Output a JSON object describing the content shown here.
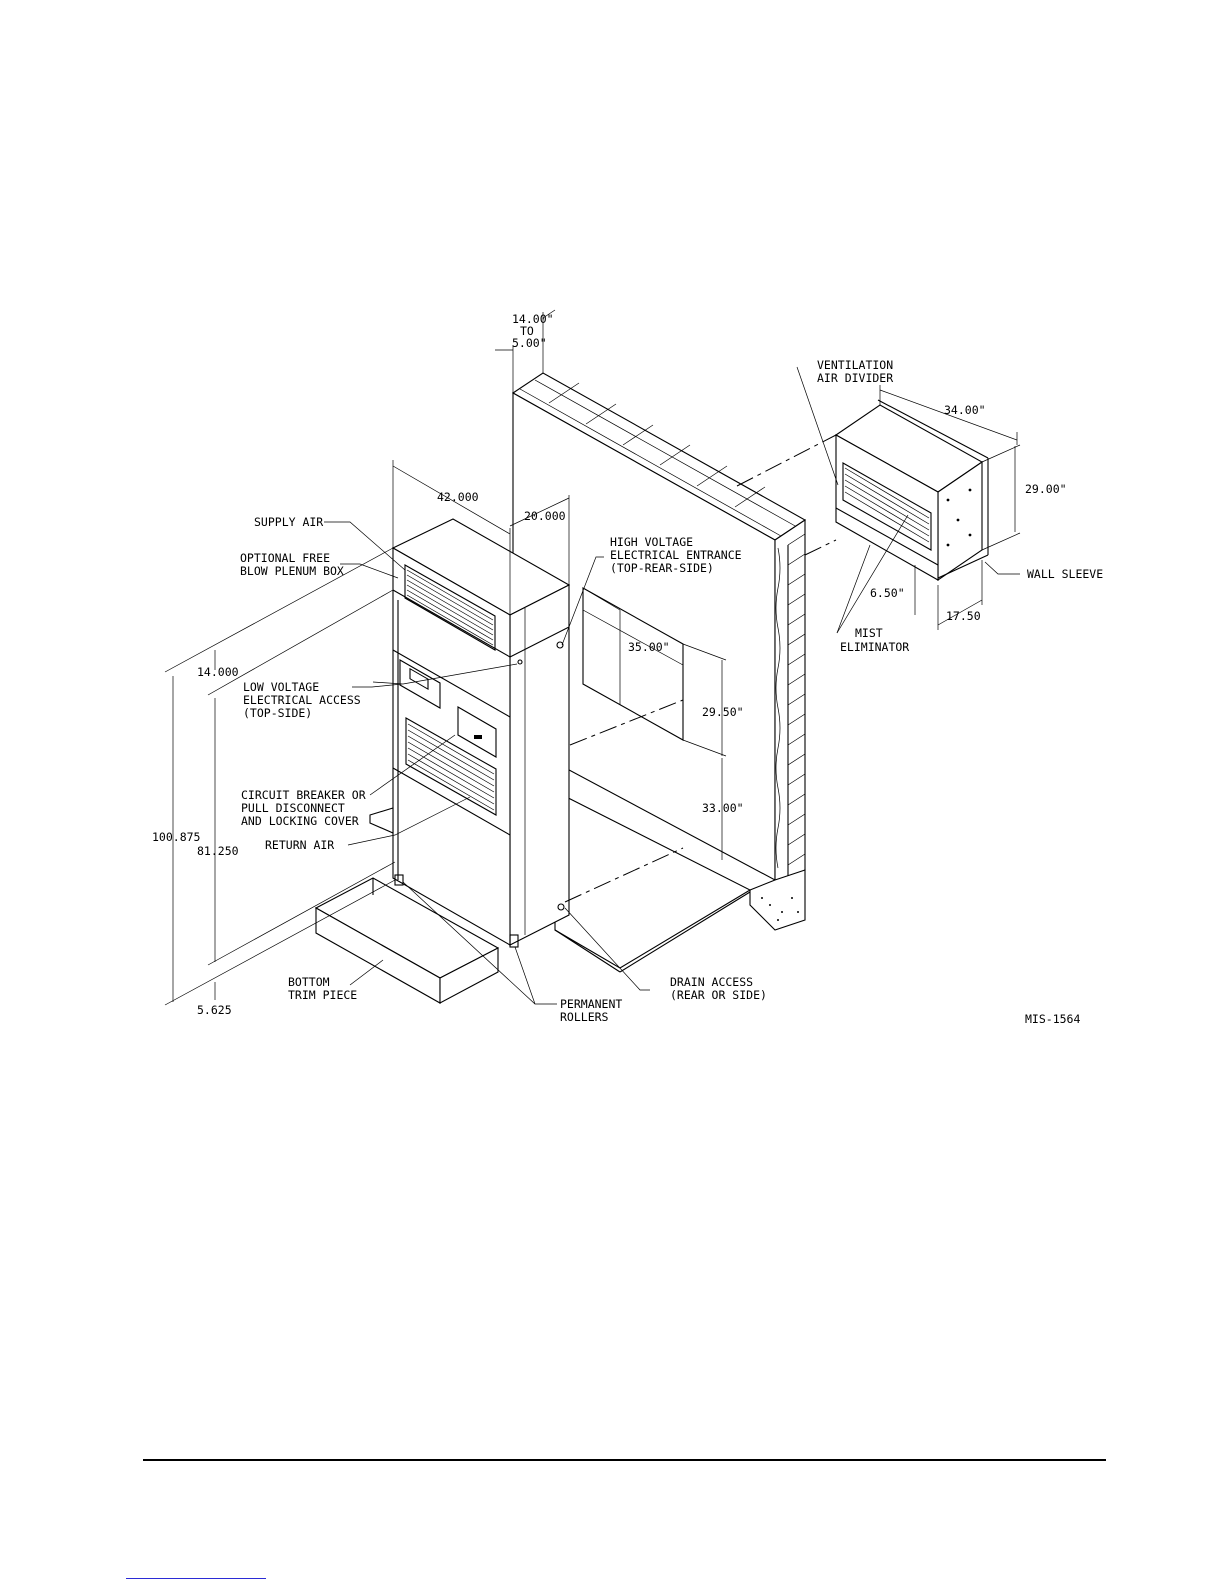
{
  "labels": {
    "wall_depth_top": "14.00\"",
    "wall_depth_to": "TO",
    "wall_depth_bottom": "5.00\"",
    "ventilation_1": "VENTILATION",
    "ventilation_2": "AIR DIVIDER",
    "sleeve_width": "34.00\"",
    "sleeve_height": "29.00\"",
    "wall_sleeve": "WALL SLEEVE",
    "dim_6_50": "6.50\"",
    "dim_17_50": "17.50",
    "mist_1": "MIST",
    "mist_2": "ELIMINATOR",
    "unit_width": "42.000",
    "unit_depth": "20.000",
    "supply_air": "SUPPLY AIR",
    "optional_1": "OPTIONAL FREE",
    "optional_2": "BLOW PLENUM BOX",
    "hv_1": "HIGH VOLTAGE",
    "hv_2": "ELECTRICAL ENTRANCE",
    "hv_3": "(TOP-REAR-SIDE)",
    "opening_width": "35.00\"",
    "opening_height": "29.50\"",
    "opening_sill": "33.00\"",
    "dim_14_000": "14.000",
    "lv_1": "LOW VOLTAGE",
    "lv_2": "ELECTRICAL ACCESS",
    "lv_3": "(TOP-SIDE)",
    "cb_1": "CIRCUIT BREAKER OR",
    "cb_2": "PULL DISCONNECT",
    "cb_3": "AND LOCKING COVER",
    "return_air": "RETURN AIR",
    "total_height": "100.875",
    "cabinet_height": "81.250",
    "bottom_1": "BOTTOM",
    "bottom_2": "TRIM PIECE",
    "dim_5_625": "5.625",
    "rollers_1": "PERMANENT",
    "rollers_2": "ROLLERS",
    "drain_1": "DRAIN ACCESS",
    "drain_2": "(REAR OR SIDE)",
    "drawing_no": "MIS-1564"
  }
}
